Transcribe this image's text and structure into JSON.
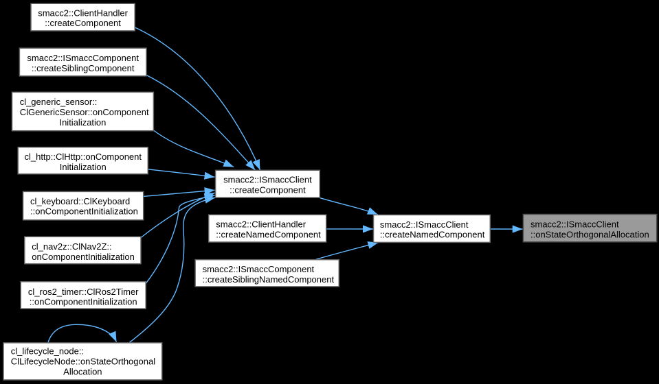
{
  "diagram": {
    "type": "doxygen-call-graph",
    "direction": "left-to-right",
    "colors": {
      "background": "#000000",
      "edge": "#63b8ff",
      "node_fill": "#ffffff",
      "node_border": "#666666",
      "node_text": "#000000",
      "highlight_fill": "#9a9a9a",
      "highlight_border": "#4d4d4d"
    },
    "nodes": [
      {
        "id": "clienthandler-createcomponent",
        "label": "smacc2::ClientHandler::createComponent",
        "lines": [
          "smacc2::ClientHandler",
          "::createComponent"
        ],
        "highlighted": false
      },
      {
        "id": "ismacccomponent-createsiblingcomponent",
        "label": "smacc2::ISmaccComponent::createSiblingComponent",
        "lines": [
          "smacc2::ISmaccComponent",
          "::createSiblingComponent"
        ],
        "highlighted": false
      },
      {
        "id": "clgenericsensor-oncomponentinitialization",
        "label": "cl_generic_sensor::ClGenericSensor::onComponentInitialization",
        "lines": [
          "cl_generic_sensor::",
          "ClGenericSensor::onComponent",
          "Initialization"
        ],
        "highlighted": false
      },
      {
        "id": "clhttp-oncomponentinitialization",
        "label": "cl_http::ClHttp::onComponentInitialization",
        "lines": [
          "cl_http::ClHttp::onComponent",
          "Initialization"
        ],
        "highlighted": false
      },
      {
        "id": "clkeyboard-oncomponentinitialization",
        "label": "cl_keyboard::ClKeyboard::onComponentInitialization",
        "lines": [
          "cl_keyboard::ClKeyboard",
          "::onComponentInitialization"
        ],
        "highlighted": false
      },
      {
        "id": "clnav2z-oncomponentinitialization",
        "label": "cl_nav2z::ClNav2Z::onComponentInitialization",
        "lines": [
          "cl_nav2z::ClNav2Z::",
          "onComponentInitialization"
        ],
        "highlighted": false
      },
      {
        "id": "clros2timer-oncomponentinitialization",
        "label": "cl_ros2_timer::ClRos2Timer::onComponentInitialization",
        "lines": [
          "cl_ros2_timer::ClRos2Timer",
          "::onComponentInitialization"
        ],
        "highlighted": false
      },
      {
        "id": "cllifecyclenode-onstateorthogonalallocation",
        "label": "cl_lifecycle_node::ClLifecycleNode::onStateOrthogonalAllocation",
        "lines": [
          "cl_lifecycle_node::",
          "ClLifecycleNode::onStateOrthogonal",
          "Allocation"
        ],
        "highlighted": false
      },
      {
        "id": "ismaccclient-createcomponent",
        "label": "smacc2::ISmaccClient::createComponent",
        "lines": [
          "smacc2::ISmaccClient",
          "::createComponent"
        ],
        "highlighted": false
      },
      {
        "id": "clienthandler-createnamedcomponent",
        "label": "smacc2::ClientHandler::createNamedComponent",
        "lines": [
          "smacc2::ClientHandler",
          "::createNamedComponent"
        ],
        "highlighted": false
      },
      {
        "id": "ismacccomponent-createsiblingnamedcomponent",
        "label": "smacc2::ISmaccComponent::createSiblingNamedComponent",
        "lines": [
          "smacc2::ISmaccComponent",
          "::createSiblingNamedComponent"
        ],
        "highlighted": false
      },
      {
        "id": "ismaccclient-createnamedcomponent",
        "label": "smacc2::ISmaccClient::createNamedComponent",
        "lines": [
          "smacc2::ISmaccClient",
          "::createNamedComponent"
        ],
        "highlighted": false
      },
      {
        "id": "ismaccclient-onstateorthogonalallocation",
        "label": "smacc2::ISmaccClient::onStateOrthogonalAllocation",
        "lines": [
          "smacc2::ISmaccClient",
          "::onStateOrthogonalAllocation"
        ],
        "highlighted": true
      }
    ],
    "edges": [
      {
        "from": "clienthandler-createcomponent",
        "to": "ismaccclient-createcomponent"
      },
      {
        "from": "ismacccomponent-createsiblingcomponent",
        "to": "ismaccclient-createcomponent"
      },
      {
        "from": "clgenericsensor-oncomponentinitialization",
        "to": "ismaccclient-createcomponent"
      },
      {
        "from": "clhttp-oncomponentinitialization",
        "to": "ismaccclient-createcomponent"
      },
      {
        "from": "clkeyboard-oncomponentinitialization",
        "to": "ismaccclient-createcomponent"
      },
      {
        "from": "clnav2z-oncomponentinitialization",
        "to": "ismaccclient-createcomponent"
      },
      {
        "from": "clros2timer-oncomponentinitialization",
        "to": "ismaccclient-createcomponent"
      },
      {
        "from": "cllifecyclenode-onstateorthogonalallocation",
        "to": "ismaccclient-createcomponent"
      },
      {
        "from": "cllifecyclenode-onstateorthogonalallocation",
        "to": "cllifecyclenode-onstateorthogonalallocation"
      },
      {
        "from": "ismaccclient-createcomponent",
        "to": "ismaccclient-createnamedcomponent"
      },
      {
        "from": "clienthandler-createnamedcomponent",
        "to": "ismaccclient-createnamedcomponent"
      },
      {
        "from": "ismacccomponent-createsiblingnamedcomponent",
        "to": "ismaccclient-createnamedcomponent"
      },
      {
        "from": "ismaccclient-createnamedcomponent",
        "to": "ismaccclient-onstateorthogonalallocation"
      }
    ]
  }
}
